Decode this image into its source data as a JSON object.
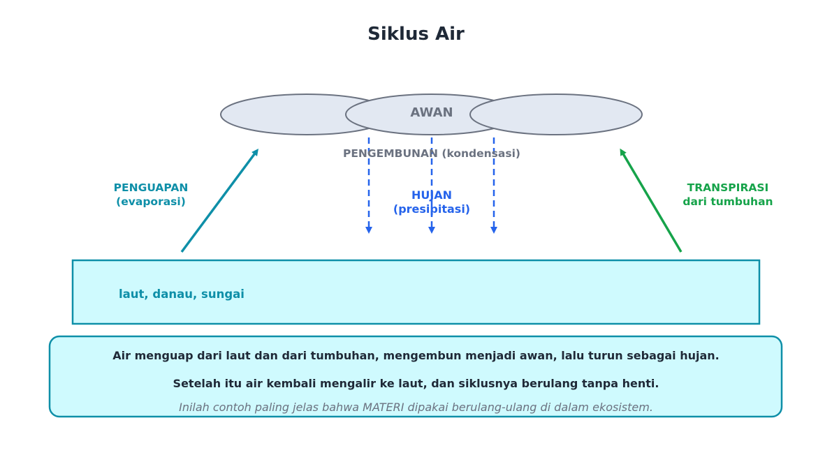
{
  "title": "Siklus Air",
  "cloud": {
    "label": "AWAN"
  },
  "condensation": {
    "label": "PENGEMBUNAN (kondensasi)"
  },
  "precipitation": {
    "line1": "HUJAN",
    "line2": "(presipitasi)"
  },
  "evaporation": {
    "line1": "PENGUAPAN",
    "line2": "(evaporasi)"
  },
  "transpiration": {
    "line1": "TRANSPIRASI",
    "line2": "dari tumbuhan"
  },
  "water_body": {
    "label": "laut, danau, sungai"
  },
  "caption": {
    "line1": "Air menguap dari laut dan dari tumbuhan, mengembun menjadi awan, lalu turun sebagai hujan.",
    "line2": "Setelah itu air kembali mengalir ke laut, dan siklusnya berulang tanpa henti.",
    "note": "Inilah contoh paling jelas bahwa MATERI dipakai berulang-ulang di dalam ekosistem."
  },
  "colors": {
    "evaporation": "#0e8fa8",
    "transpiration": "#16a34a",
    "precipitation": "#2563eb",
    "cloud_fill": "#e2e8f2",
    "cloud_stroke": "#6b7280",
    "water_fill": "#cffafe",
    "water_stroke": "#0e8fa8"
  }
}
